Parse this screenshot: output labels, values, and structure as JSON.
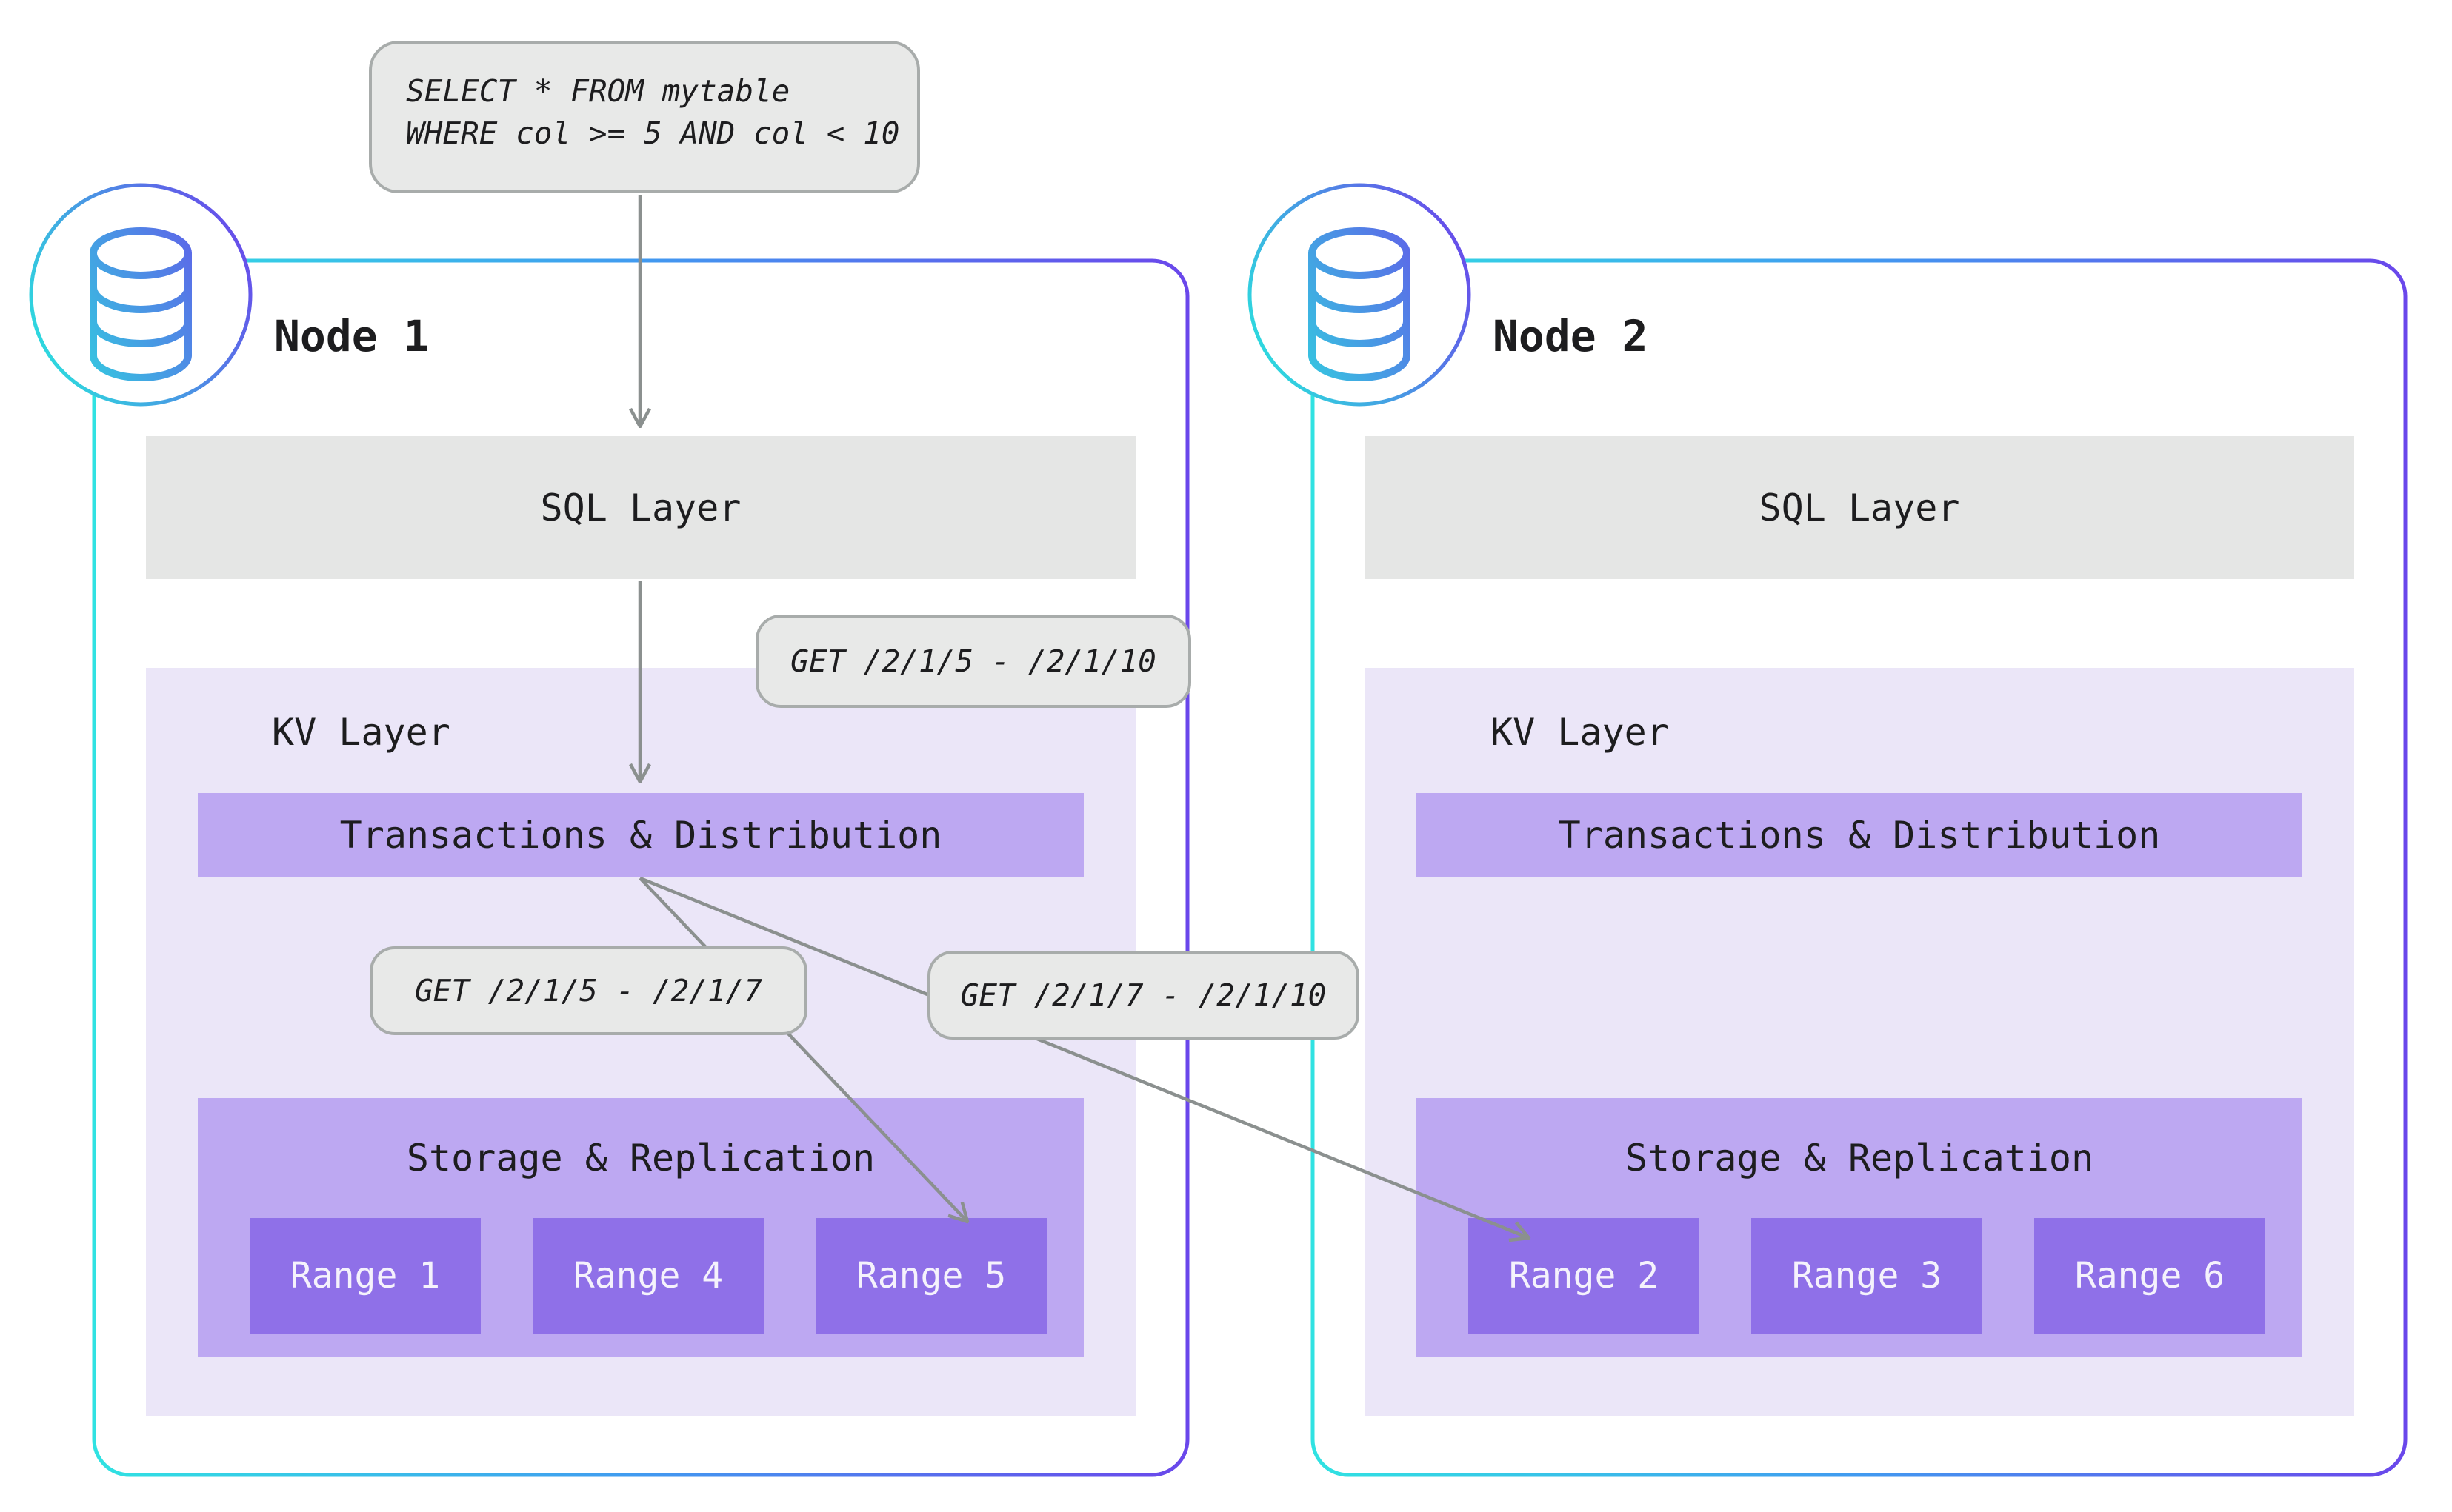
{
  "diagram": {
    "query": {
      "line1": "SELECT * FROM mytable",
      "line2": "WHERE col >= 5 AND col < 10"
    },
    "annotations": {
      "get_full": "GET /2/1/5 - /2/1/10",
      "get_left": "GET /2/1/5 - /2/1/7",
      "get_right": "GET /2/1/7 - /2/1/10"
    },
    "nodes": [
      {
        "title": "Node 1",
        "sql": "SQL Layer",
        "kv": "KV Layer",
        "transactions": "Transactions & Distribution",
        "storage": "Storage & Replication",
        "ranges": [
          "Range 1",
          "Range 4",
          "Range 5"
        ]
      },
      {
        "title": "Node 2",
        "sql": "SQL Layer",
        "kv": "KV Layer",
        "transactions": "Transactions & Distribution",
        "storage": "Storage & Replication",
        "ranges": [
          "Range 2",
          "Range 3",
          "Range 6"
        ]
      }
    ],
    "colors": {
      "accent_cyan": "#30e2e2",
      "accent_purple": "#6a47eb",
      "layer_gray": "#e5e6e5",
      "kv_lavender": "#ebe6f8",
      "bar_purple": "#bda8f2",
      "range_purple": "#8f70e8",
      "arrow_gray": "#8b908f"
    }
  }
}
